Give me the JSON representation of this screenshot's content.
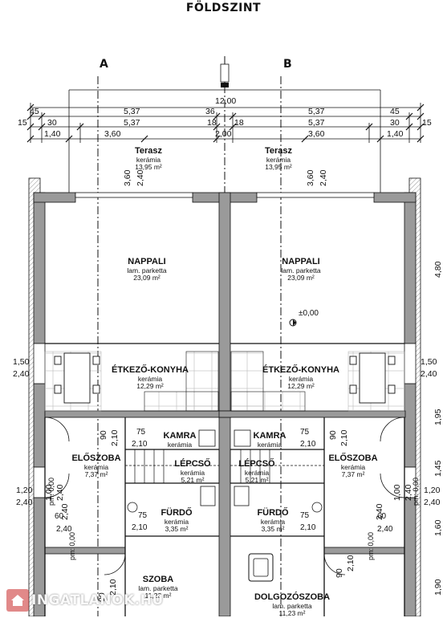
{
  "title": "FÖLDSZINT",
  "sections": {
    "a": "A",
    "b": "B"
  },
  "dims_top_row1": [
    "12,00"
  ],
  "dims_top_row2": [
    "45",
    "5,37",
    "36",
    "5,37",
    "45"
  ],
  "dims_top_row3": [
    "15",
    "30",
    "5,37",
    "18",
    "18",
    "5,37",
    "30",
    "15"
  ],
  "dims_top_row4": [
    "1,40",
    "3,60",
    "2,00",
    "3,60",
    "1,40"
  ],
  "dims_left": [
    "1,50",
    "2,40",
    "1,20",
    "2,40"
  ],
  "dims_right": [
    "4,80",
    "1,50",
    "2,40",
    "1,95",
    "1,20",
    "2,40",
    "1,45",
    "1,60",
    "1,90"
  ],
  "rooms": {
    "terasz_l": {
      "name": "Terasz",
      "mat": "kerámia",
      "area": "13,95 m²"
    },
    "terasz_r": {
      "name": "Terasz",
      "mat": "kerámia",
      "area": "13,95 m²"
    },
    "nappali_l": {
      "name": "NAPPALI",
      "mat": "lam. parketta",
      "area": "23,09 m²"
    },
    "nappali_r": {
      "name": "NAPPALI",
      "mat": "lam. parketta",
      "area": "23,09 m²"
    },
    "etkezo_l": {
      "name": "ÉTKEZŐ-KONYHA",
      "mat": "kerámia",
      "area": "12,29 m²"
    },
    "etkezo_r": {
      "name": "ÉTKEZŐ-KONYHA",
      "mat": "kerámia",
      "area": "12,29 m²"
    },
    "kamra_l": {
      "name": "KAMRA",
      "mat": "kerámia"
    },
    "kamra_r": {
      "name": "KAMRA",
      "mat": "kerámia"
    },
    "eloszoba_l": {
      "name": "ELŐSZOBA",
      "mat": "kerámia",
      "area": "7,37 m²"
    },
    "eloszoba_r": {
      "name": "ELŐSZOBA",
      "mat": "kerámia",
      "area": "7,37 m²"
    },
    "lepcso_l": {
      "name": "LÉPCSŐ",
      "mat": "kerámia",
      "area": "5,21 m²"
    },
    "lepcso_r": {
      "name": "LÉPCSŐ",
      "mat": "kerámia",
      "area": "5,21 m²"
    },
    "furdo_l": {
      "name": "FÜRDŐ",
      "mat": "kerámia",
      "area": "3,35 m²"
    },
    "furdo_r": {
      "name": "FÜRDŐ",
      "mat": "kerámia",
      "area": "3,35 m²"
    },
    "szoba": {
      "name": "SZOBA",
      "mat": "lam. parketta",
      "area": "11,23 m²"
    },
    "dolgozo": {
      "name": "DOLGOZÓSZOBA",
      "mat": "lam. parketta",
      "area": "11,23 m²"
    }
  },
  "terasz_dims": {
    "l1": "3,60",
    "l2": "2,40",
    "r1": "3,60",
    "r2": "2,40"
  },
  "level": "±0,00",
  "door_labels": {
    "kamra_l_w": "75",
    "kamra_l_h": "2,10",
    "kamra_r_w": "75",
    "kamra_r_h": "2,10",
    "furdo_l_w": "75",
    "furdo_l_h": "2,10",
    "furdo_r_w": "75",
    "furdo_r_h": "2,10",
    "el_l_90": "90",
    "el_l_210": "2,10",
    "el_r_90": "90",
    "el_r_210": "2,10",
    "sz_90": "90",
    "sz_210": "2,10",
    "dz_90": "90",
    "dz_210": "2,10",
    "ent_l_w": "1,00",
    "ent_l_h": "2,40",
    "ent_r_w": "1,00",
    "ent_r_h": "2,40",
    "lw_60": "60",
    "lw_240": "2,40",
    "rw_60": "60",
    "rw_240": "2,40",
    "pm_l": "pm: 0,00",
    "pm_r": "pm: 0,00",
    "pm_l2": "pm: 0,00",
    "pm_r2": "pm: 0,00"
  },
  "watermark": "INGATLANOK.HU"
}
